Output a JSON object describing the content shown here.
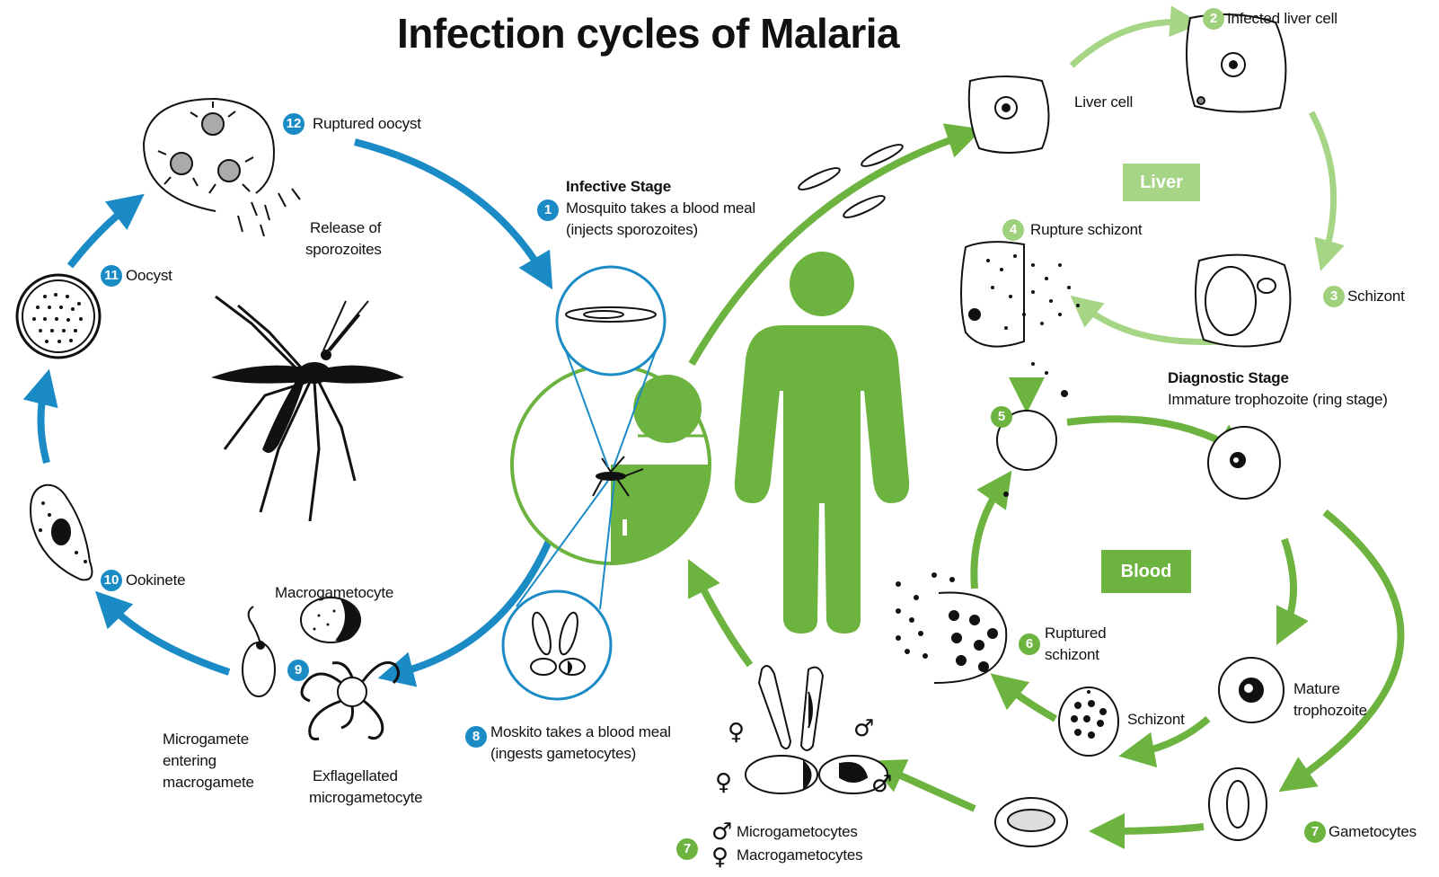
{
  "title": "Infection cycles of Malaria",
  "colors": {
    "blue": "#1b8bc6",
    "green": "#6db33f",
    "light_green": "#a6d586"
  },
  "regions": {
    "liver": "Liver",
    "blood": "Blood"
  },
  "stages": {
    "s1": {
      "num": "1",
      "line1": "Infective Stage",
      "line2": "Mosquito takes a blood meal",
      "line3": "(injects sporozoites)"
    },
    "s2": {
      "num": "2",
      "label": "Infected liver cell"
    },
    "liver_cell": "Liver cell",
    "s3": {
      "num": "3",
      "label": "Schizont"
    },
    "s4": {
      "num": "4",
      "label": "Rupture schizont"
    },
    "s5": {
      "num": "5"
    },
    "diagnostic": {
      "line1": "Diagnostic Stage",
      "line2": "Immature trophozoite (ring stage)"
    },
    "mature": {
      "line1": "Mature",
      "line2": "trophozoite"
    },
    "schizont_blood": "Schizont",
    "s6": {
      "num": "6",
      "line1": "Ruptured",
      "line2": "schizont"
    },
    "s7a": {
      "num": "7",
      "label": "Gametocytes"
    },
    "s7b": {
      "num": "7",
      "line1": "Microgametocytes",
      "line2": "Macrogametocytes"
    },
    "s8": {
      "num": "8",
      "line1": "Moskito takes a blood meal",
      "line2": "(ingests gametocytes)"
    },
    "s9": {
      "num": "9",
      "macro": "Macrogametocyte",
      "micro_line1": "Microgamete",
      "micro_line2": "entering",
      "micro_line3": "macrogamete",
      "exfl_line1": "Exflagellated",
      "exfl_line2": "microgametocyte"
    },
    "s10": {
      "num": "10",
      "label": "Ookinete"
    },
    "s11": {
      "num": "11",
      "label": "Oocyst"
    },
    "s12": {
      "num": "12",
      "label": "Ruptured oocyst",
      "release_line1": "Release of",
      "release_line2": "sporozoites"
    }
  },
  "symbols": {
    "male": "♂",
    "female": "♀"
  },
  "icons": [
    "mosquito-icon",
    "human-figure-icon",
    "liver-cell-icon",
    "red-blood-cell-icon",
    "oocyst-icon",
    "ookinete-icon",
    "gametocyte-icon",
    "sporozoite-icon"
  ]
}
